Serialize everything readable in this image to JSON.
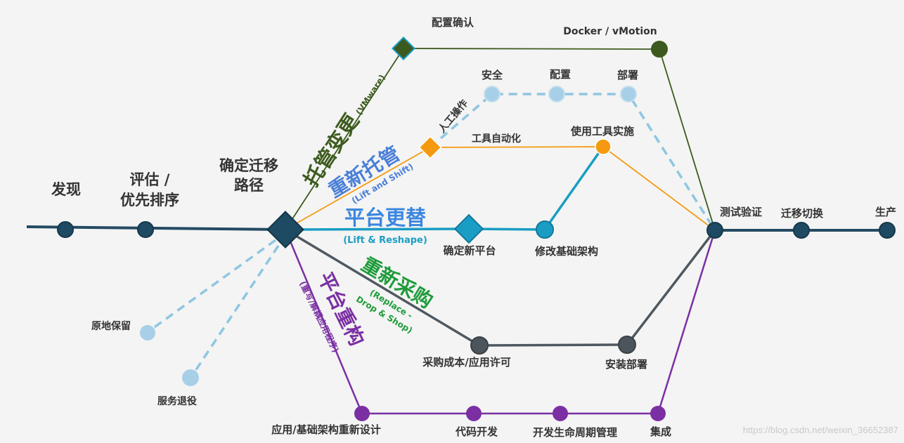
{
  "stages": {
    "discover": "发现",
    "assess_line1": "评估 /",
    "assess_line2": "优先排序",
    "decide_line1": "确定迁移",
    "decide_line2": "路径",
    "test": "测试验证",
    "cutover": "迁移切换",
    "production": "生产"
  },
  "paths": {
    "rehost_vm": {
      "title": "托管变更",
      "subtitle": "(VMware)",
      "config_confirm": "配置确认",
      "docker_vmotion": "Docker / vMotion",
      "color": "#3d5a1e"
    },
    "rehost": {
      "title": "重新托管",
      "subtitle": "(Lift and Shift)",
      "manual": "人工操作",
      "security": "安全",
      "config": "配置",
      "deploy": "部署",
      "tool_automation": "工具自动化",
      "tool_impl": "使用工具实施",
      "color": "#f59a10"
    },
    "replatform": {
      "title": "平台更替",
      "subtitle": "(Lift & Reshape)",
      "new_platform": "确定新平台",
      "modify_infra": "修改基础架构",
      "color": "#1a9dc4"
    },
    "repurchase": {
      "title": "重新采购",
      "subtitle_line1": "(Replace -",
      "subtitle_line2": "Drop & Shop)",
      "purchase_cost": "采购成本/应用许可",
      "install_deploy": "安装部署",
      "color": "#1e9b3a"
    },
    "refactor": {
      "title": "平台重构",
      "subtitle": "(重写/解耦应用程序)",
      "redesign": "应用/基础架构重新设计",
      "code_dev": "代码开发",
      "lifecycle": "开发生命周期管理",
      "integration": "集成",
      "color": "#7b2fa3"
    },
    "retain": "原地保留",
    "retire": "服务退役"
  },
  "watermark": "https://blog.csdn.net/weixin_36652387",
  "colors": {
    "main_line": "#254a63",
    "node_dark": "#1e4a63",
    "light_blue": "#8fc6e3",
    "gray_line": "#4f5860",
    "gray_node": "#4d555c"
  }
}
